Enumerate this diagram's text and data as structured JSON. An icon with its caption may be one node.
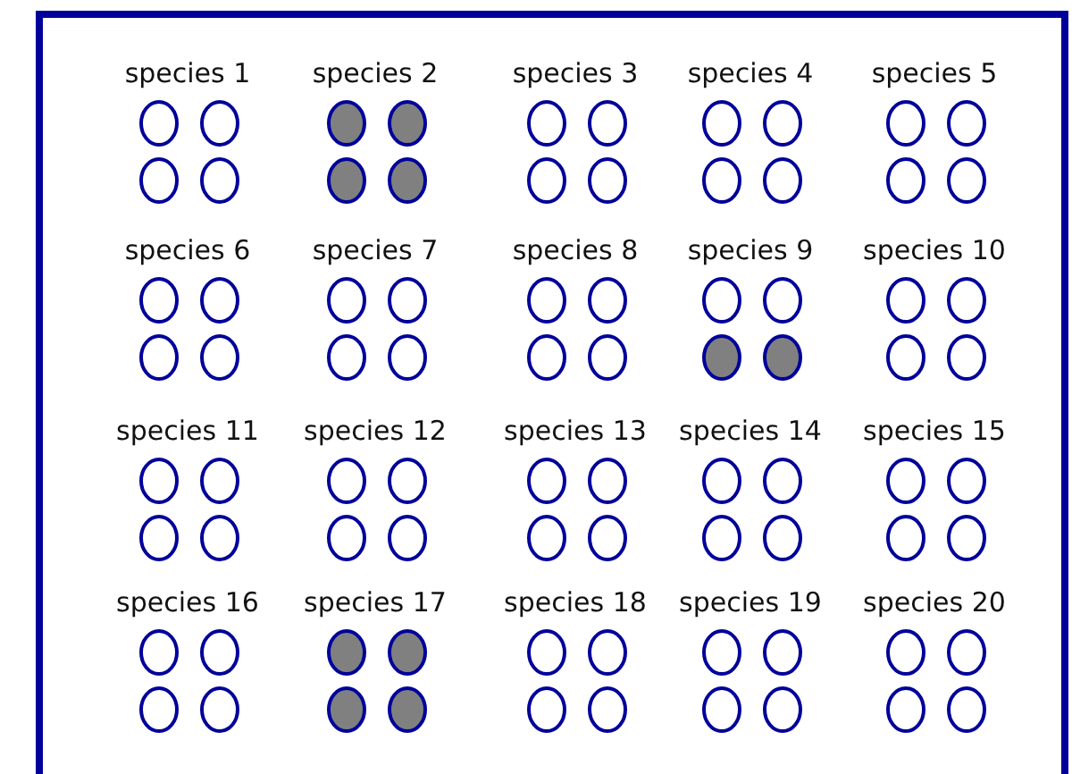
{
  "diagram": {
    "labels": [
      "species 1",
      "species 2",
      "species 3",
      "species 4",
      "species 5",
      "species 6",
      "species 7",
      "species 8",
      "species 9",
      "species 10",
      "species 11",
      "species 12",
      "species 13",
      "species 14",
      "species 15",
      "species 16",
      "species 17",
      "species 18",
      "species 19",
      "species 20"
    ]
  }
}
